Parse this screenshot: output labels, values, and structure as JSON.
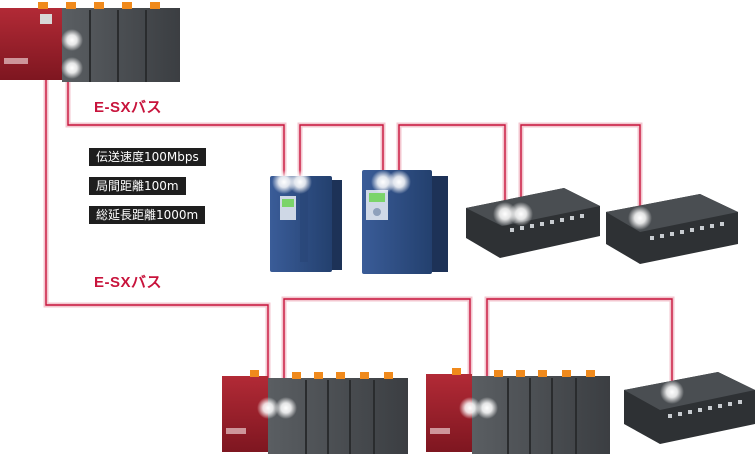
{
  "bus_labels": {
    "upper": "E-SXバス",
    "lower": "E-SXバス"
  },
  "specs": {
    "speed": "伝送速度100Mbps",
    "station_distance": "局間距離100m",
    "total_length": "総延長距離1000m"
  },
  "colors": {
    "bus_line": "#c8143c",
    "plc_cpu": "#a3202c",
    "plc_module": "#4a4d50",
    "inverter": "#2f4f86",
    "io_terminal": "#2e3134",
    "label": "#c8143c"
  },
  "devices": [
    {
      "type": "plc-master",
      "name": "plc-master-rack"
    },
    {
      "type": "inverter",
      "name": "inverter-small"
    },
    {
      "type": "inverter",
      "name": "inverter-large"
    },
    {
      "type": "io-terminal",
      "name": "remote-io-1"
    },
    {
      "type": "io-terminal",
      "name": "remote-io-2"
    },
    {
      "type": "plc-slave",
      "name": "plc-slave-rack-1"
    },
    {
      "type": "plc-slave",
      "name": "plc-slave-rack-2"
    },
    {
      "type": "io-terminal",
      "name": "remote-io-3"
    }
  ]
}
